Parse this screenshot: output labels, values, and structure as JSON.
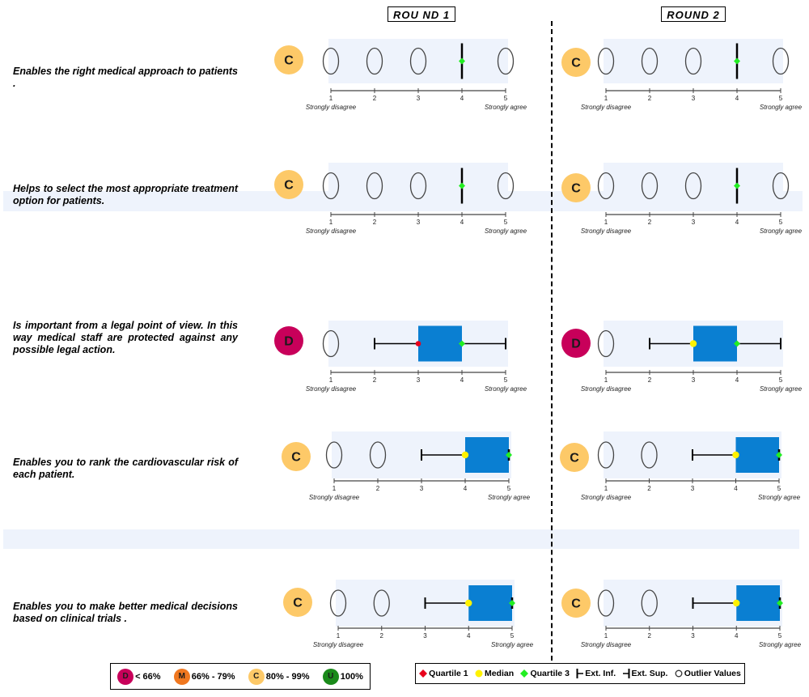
{
  "rounds": [
    "ROU ND 1",
    "ROUND 2"
  ],
  "questions": [
    "Enables the right medical approach to patients .",
    "Helps to select the most appropriate treatment option for patients.",
    "Is important from a legal point of view. In this way medical staff are protected against any possible legal action.",
    "Enables you to rank the cardiovascular risk of each patient.",
    "Enables you to make better medical decisions based on clinical trials ."
  ],
  "chart_data": {
    "type": "boxplot",
    "scale": {
      "ticks": [
        1,
        2,
        3,
        4,
        5
      ],
      "low_label": "Strongly disagree",
      "high_label": "Strongly agree"
    },
    "items": [
      {
        "round1": {
          "consensus": "C",
          "q1": 4,
          "median": 4,
          "q3": 4,
          "ext_inf": 4,
          "ext_sup": 4,
          "outliers": [
            1,
            2,
            3,
            5
          ]
        },
        "round2": {
          "consensus": "C",
          "q1": 4,
          "median": 4,
          "q3": 4,
          "ext_inf": 4,
          "ext_sup": 4,
          "outliers": [
            1,
            2,
            3,
            5
          ]
        }
      },
      {
        "round1": {
          "consensus": "C",
          "q1": 4,
          "median": 4,
          "q3": 4,
          "ext_inf": 4,
          "ext_sup": 4,
          "outliers": [
            1,
            2,
            3,
            5
          ]
        },
        "round2": {
          "consensus": "C",
          "q1": 4,
          "median": 4,
          "q3": 4,
          "ext_inf": 4,
          "ext_sup": 4,
          "outliers": [
            1,
            2,
            3,
            5
          ]
        }
      },
      {
        "round1": {
          "consensus": "D",
          "q1": 3,
          "median": 4,
          "q3": 4,
          "ext_inf": 2,
          "ext_sup": 5,
          "outliers": [
            1
          ]
        },
        "round2": {
          "consensus": "D",
          "q1": 3,
          "median": 3,
          "q3": 4,
          "ext_inf": 2,
          "ext_sup": 5,
          "outliers": [
            1
          ]
        }
      },
      {
        "round1": {
          "consensus": "C",
          "q1": 4,
          "median": 4,
          "q3": 5,
          "ext_inf": 3,
          "ext_sup": 5,
          "outliers": [
            1,
            2
          ]
        },
        "round2": {
          "consensus": "C",
          "q1": 4,
          "median": 4,
          "q3": 5,
          "ext_inf": 3,
          "ext_sup": 5,
          "outliers": [
            1,
            2
          ]
        }
      },
      {
        "round1": {
          "consensus": "C",
          "q1": 4,
          "median": 4,
          "q3": 5,
          "ext_inf": 3,
          "ext_sup": 5,
          "outliers": [
            1,
            2
          ]
        },
        "round2": {
          "consensus": "C",
          "q1": 4,
          "median": 4,
          "q3": 5,
          "ext_inf": 3,
          "ext_sup": 5,
          "outliers": [
            1,
            2
          ]
        }
      }
    ],
    "consensus_levels": [
      {
        "code": "D",
        "label": "< 66%",
        "color": "#c8005a"
      },
      {
        "code": "M",
        "label": "66% - 79%",
        "color": "#f07820"
      },
      {
        "code": "C",
        "label": "80% - 99%",
        "color": "#fdc968"
      },
      {
        "code": "U",
        "label": "100%",
        "color": "#1a8a1a"
      }
    ],
    "marker_legend": [
      "Quartile 1",
      "Median",
      "Quartile 3",
      "Ext. Inf.",
      "Ext. Sup.",
      "Outlier Values"
    ],
    "colors": {
      "box": "#0a7fd2",
      "q1": "#e8001c",
      "median": "#fff200",
      "q3": "#22ee22",
      "plot_bg": "#eef3fc"
    }
  }
}
